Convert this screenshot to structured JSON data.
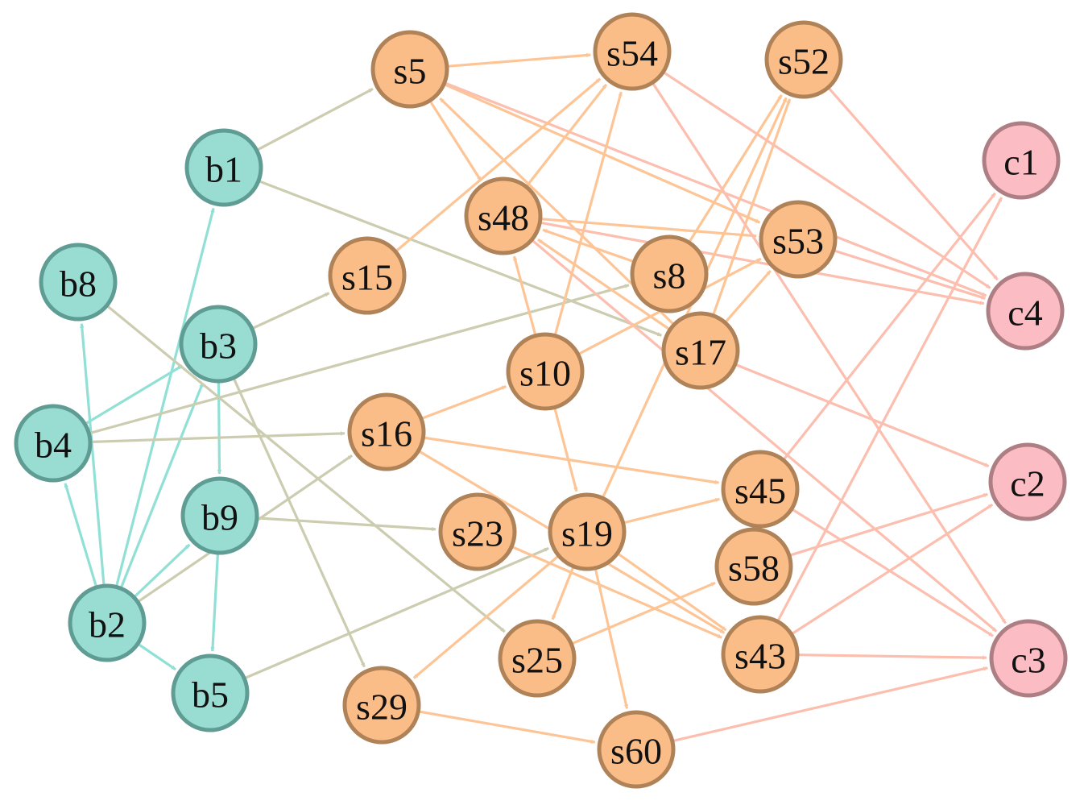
{
  "colors": {
    "b_fill": "#98dcd2",
    "b_stroke": "#5f9c94",
    "s_fill": "#fbbd88",
    "s_stroke": "#b08258",
    "c_fill": "#fbbcc3",
    "c_stroke": "#ad7f84",
    "edge_b": "#91e0d6",
    "edge_bs": "#cccdb0",
    "edge_s": "#fdc596",
    "edge_sc": "#fcbeae"
  },
  "nodes": [
    {
      "id": "b1",
      "label": "b1",
      "group": "b"
    },
    {
      "id": "b2",
      "label": "b2",
      "group": "b"
    },
    {
      "id": "b3",
      "label": "b3",
      "group": "b"
    },
    {
      "id": "b4",
      "label": "b4",
      "group": "b"
    },
    {
      "id": "b5",
      "label": "b5",
      "group": "b"
    },
    {
      "id": "b8",
      "label": "b8",
      "group": "b"
    },
    {
      "id": "b9",
      "label": "b9",
      "group": "b"
    },
    {
      "id": "s5",
      "label": "s5",
      "group": "s"
    },
    {
      "id": "s8",
      "label": "s8",
      "group": "s"
    },
    {
      "id": "s10",
      "label": "s10",
      "group": "s"
    },
    {
      "id": "s15",
      "label": "s15",
      "group": "s"
    },
    {
      "id": "s16",
      "label": "s16",
      "group": "s"
    },
    {
      "id": "s17",
      "label": "s17",
      "group": "s"
    },
    {
      "id": "s19",
      "label": "s19",
      "group": "s"
    },
    {
      "id": "s23",
      "label": "s23",
      "group": "s"
    },
    {
      "id": "s25",
      "label": "s25",
      "group": "s"
    },
    {
      "id": "s29",
      "label": "s29",
      "group": "s"
    },
    {
      "id": "s43",
      "label": "s43",
      "group": "s"
    },
    {
      "id": "s45",
      "label": "s45",
      "group": "s"
    },
    {
      "id": "s48",
      "label": "s48",
      "group": "s"
    },
    {
      "id": "s52",
      "label": "s52",
      "group": "s"
    },
    {
      "id": "s53",
      "label": "s53",
      "group": "s"
    },
    {
      "id": "s54",
      "label": "s54",
      "group": "s"
    },
    {
      "id": "s58",
      "label": "s58",
      "group": "s"
    },
    {
      "id": "s60",
      "label": "s60",
      "group": "s"
    },
    {
      "id": "c1",
      "label": "c1",
      "group": "c"
    },
    {
      "id": "c2",
      "label": "c2",
      "group": "c"
    },
    {
      "id": "c3",
      "label": "c3",
      "group": "c"
    },
    {
      "id": "c4",
      "label": "c4",
      "group": "c"
    }
  ],
  "edges": [
    [
      "b2",
      "b4"
    ],
    [
      "b2",
      "b8"
    ],
    [
      "b2",
      "b1"
    ],
    [
      "b2",
      "b3"
    ],
    [
      "b2",
      "b9"
    ],
    [
      "b2",
      "b5"
    ],
    [
      "b3",
      "b9"
    ],
    [
      "b9",
      "b5"
    ],
    [
      "b1",
      "s5"
    ],
    [
      "b1",
      "s17"
    ],
    [
      "b3",
      "s15"
    ],
    [
      "b3",
      "s29"
    ],
    [
      "b4",
      "s8"
    ],
    [
      "b4",
      "s16"
    ],
    [
      "b4",
      "b3"
    ],
    [
      "b8",
      "s25"
    ],
    [
      "b9",
      "s23"
    ],
    [
      "b2",
      "s16"
    ],
    [
      "b5",
      "s19"
    ],
    [
      "s5",
      "s54"
    ],
    [
      "s5",
      "s48"
    ],
    [
      "s5",
      "s53"
    ],
    [
      "s5",
      "c4"
    ],
    [
      "s15",
      "s54"
    ],
    [
      "s48",
      "s54"
    ],
    [
      "s48",
      "s53"
    ],
    [
      "s48",
      "c4"
    ],
    [
      "s48",
      "c3"
    ],
    [
      "s17",
      "s5"
    ],
    [
      "s17",
      "s52"
    ],
    [
      "s17",
      "s48"
    ],
    [
      "s17",
      "s53"
    ],
    [
      "s8",
      "s52"
    ],
    [
      "s8",
      "s48"
    ],
    [
      "s10",
      "s48"
    ],
    [
      "s10",
      "s54"
    ],
    [
      "s10",
      "s53"
    ],
    [
      "s10",
      "s19"
    ],
    [
      "s16",
      "s10"
    ],
    [
      "s16",
      "s45"
    ],
    [
      "s16",
      "s43"
    ],
    [
      "s19",
      "s45"
    ],
    [
      "s19",
      "s25"
    ],
    [
      "s19",
      "s29"
    ],
    [
      "s19",
      "s60"
    ],
    [
      "s19",
      "s43"
    ],
    [
      "s19",
      "s52"
    ],
    [
      "s23",
      "s43"
    ],
    [
      "s25",
      "s58"
    ],
    [
      "s29",
      "s60"
    ],
    [
      "s58",
      "c2"
    ],
    [
      "s43",
      "c2"
    ],
    [
      "s43",
      "c3"
    ],
    [
      "s43",
      "c1"
    ],
    [
      "s45",
      "c1"
    ],
    [
      "s45",
      "c3"
    ],
    [
      "s60",
      "c3"
    ],
    [
      "s54",
      "c4"
    ],
    [
      "s54",
      "c3"
    ],
    [
      "s52",
      "c4"
    ],
    [
      "s53",
      "c4"
    ],
    [
      "s17",
      "c2"
    ]
  ]
}
